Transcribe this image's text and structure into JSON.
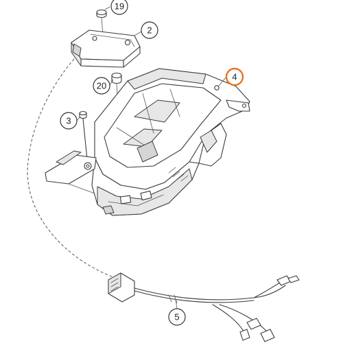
{
  "callouts": [
    {
      "id": "19",
      "label": "19",
      "highlighted": false
    },
    {
      "id": "2",
      "label": "2",
      "highlighted": false
    },
    {
      "id": "20",
      "label": "20",
      "highlighted": false
    },
    {
      "id": "4",
      "label": "4",
      "highlighted": true
    },
    {
      "id": "3",
      "label": "3",
      "highlighted": false
    },
    {
      "id": "5",
      "label": "5",
      "highlighted": false
    }
  ],
  "colors": {
    "highlight": "#e8731f",
    "line": "#3a3a3a",
    "background": "#ffffff"
  }
}
